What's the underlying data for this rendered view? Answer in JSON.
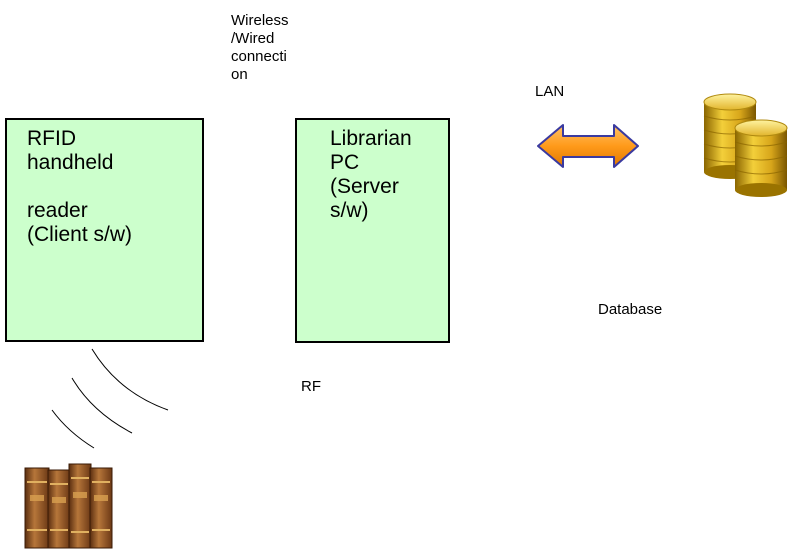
{
  "wireless_label": "Wireless\n/Wired\nconnecti\non",
  "lan_label": "LAN",
  "rf_label": "RF",
  "database_label": "Database",
  "reader_box": {
    "text": "RFID\nhandheld\n\nreader\n(Client s/w)"
  },
  "server_box": {
    "text": "Librarian\nPC\n(Server\ns/w)"
  },
  "colors": {
    "box_fill": "#ccffcc",
    "arrow_fill": "#ff9a1a",
    "arrow_stroke": "#3a3aa0",
    "db_gold": "#e0b020"
  }
}
